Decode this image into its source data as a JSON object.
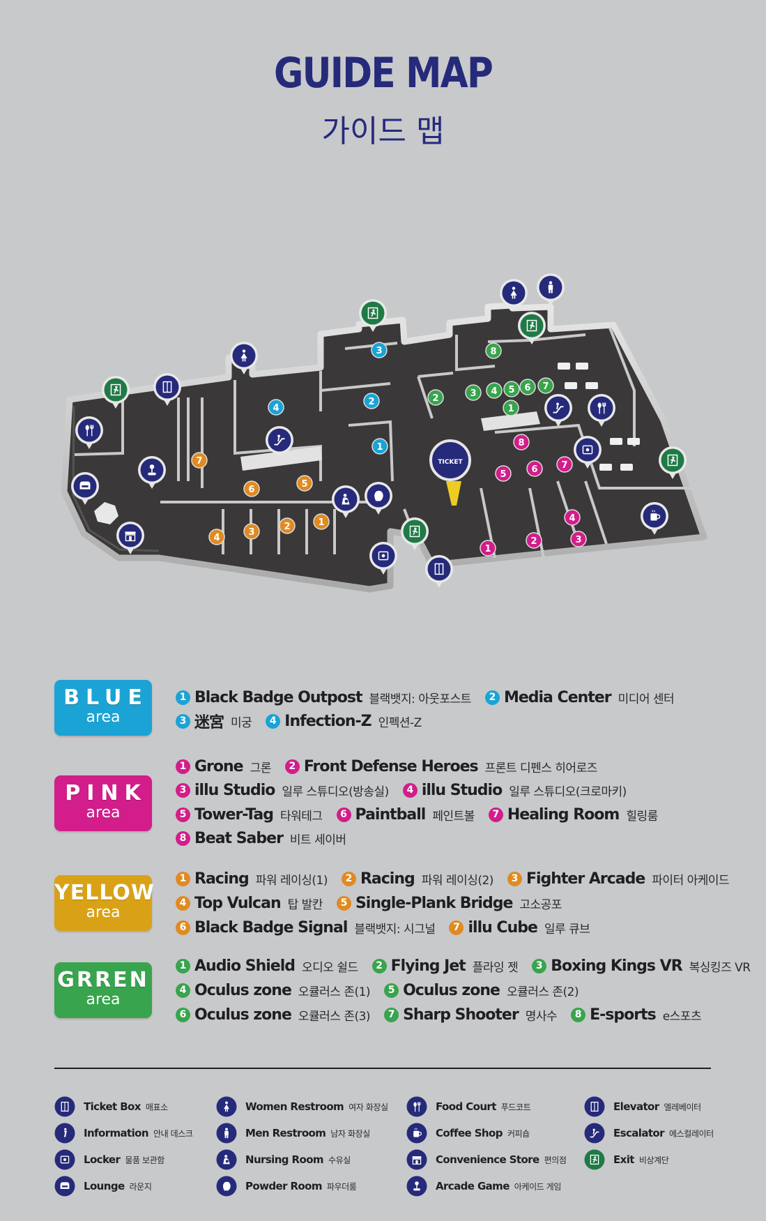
{
  "header": {
    "title": "GUIDE MAP",
    "subtitle": "가이드 맵"
  },
  "colors": {
    "title": "#262a7a",
    "blue": "#1ba3d5",
    "pink": "#d21d8a",
    "yellow": "#d9a216",
    "orange_number": "#e08a22",
    "green": "#38a44d",
    "pin_navy": "#262a7a",
    "pin_exit": "#1f7a45",
    "floor": "#3a3838"
  },
  "map": {
    "ticket_label": "TICKET",
    "blue_markers": [
      "1",
      "2",
      "3",
      "4"
    ],
    "pink_markers": [
      "1",
      "2",
      "3",
      "4",
      "5",
      "6",
      "7",
      "8"
    ],
    "yellow_markers": [
      "1",
      "2",
      "3",
      "4",
      "5",
      "6",
      "7"
    ],
    "green_markers": [
      "1",
      "2",
      "3",
      "4",
      "5",
      "6",
      "7",
      "8"
    ],
    "icon_pins": [
      "exit-icon",
      "elevator-icon",
      "women-restroom-icon",
      "men-restroom-icon",
      "food-court-icon",
      "lounge-icon",
      "arcade-game-icon",
      "convenience-store-icon",
      "escalator-icon",
      "nursing-room-icon",
      "powder-room-icon",
      "locker-icon",
      "coffee-shop-icon"
    ]
  },
  "legend": {
    "blue": {
      "name": "BLUE",
      "sub": "area",
      "rows": [
        [
          {
            "n": "1",
            "en": "Black Badge Outpost",
            "ko": "블랙뱃지: 아웃포스트"
          },
          {
            "n": "2",
            "en": "Media Center",
            "ko": "미디어 센터"
          }
        ],
        [
          {
            "n": "3",
            "en": "迷宮",
            "ko": "미궁"
          },
          {
            "n": "4",
            "en": "Infection-Z",
            "ko": "인펙션-Z"
          }
        ]
      ]
    },
    "pink": {
      "name": "PINK",
      "sub": "area",
      "rows": [
        [
          {
            "n": "1",
            "en": "Grone",
            "ko": "그론"
          },
          {
            "n": "2",
            "en": "Front Defense Heroes",
            "ko": "프론트 디펜스 히어로즈"
          }
        ],
        [
          {
            "n": "3",
            "en": "illu Studio",
            "ko": "일루 스튜디오(방송실)"
          },
          {
            "n": "4",
            "en": "illu Studio",
            "ko": "일루 스튜디오(크로마키)"
          }
        ],
        [
          {
            "n": "5",
            "en": "Tower-Tag",
            "ko": "타워테그"
          },
          {
            "n": "6",
            "en": "Paintball",
            "ko": "페인트볼"
          },
          {
            "n": "7",
            "en": "Healing Room",
            "ko": "힐링룸"
          }
        ],
        [
          {
            "n": "8",
            "en": "Beat Saber",
            "ko": "비트 세이버"
          }
        ]
      ]
    },
    "yellow": {
      "name": "YELLOW",
      "sub": "area",
      "rows": [
        [
          {
            "n": "1",
            "en": "Racing",
            "ko": "파워 레이싱(1)"
          },
          {
            "n": "2",
            "en": "Racing",
            "ko": "파워 레이싱(2)"
          },
          {
            "n": "3",
            "en": "Fighter Arcade",
            "ko": "파이터 아케이드"
          }
        ],
        [
          {
            "n": "4",
            "en": "Top Vulcan",
            "ko": "탑 발칸"
          },
          {
            "n": "5",
            "en": "Single-Plank Bridge",
            "ko": "고소공포"
          }
        ],
        [
          {
            "n": "6",
            "en": "Black Badge Signal",
            "ko": "블랙뱃지: 시그널"
          },
          {
            "n": "7",
            "en": "illu Cube",
            "ko": "일루 큐브"
          }
        ]
      ]
    },
    "green": {
      "name": "GRREN",
      "sub": "area",
      "rows": [
        [
          {
            "n": "1",
            "en": "Audio Shield",
            "ko": "오디오 쉴드"
          },
          {
            "n": "2",
            "en": "Flying Jet",
            "ko": "플라잉 젯"
          },
          {
            "n": "3",
            "en": "Boxing Kings VR",
            "ko": "복싱킹즈 VR"
          }
        ],
        [
          {
            "n": "4",
            "en": "Oculus zone",
            "ko": "오큘러스 존(1)"
          },
          {
            "n": "5",
            "en": "Oculus zone",
            "ko": "오큘러스 존(2)"
          }
        ],
        [
          {
            "n": "6",
            "en": "Oculus zone",
            "ko": "오큘러스 존(3)"
          },
          {
            "n": "7",
            "en": "Sharp Shooter",
            "ko": "명사수"
          },
          {
            "n": "8",
            "en": "E-sports",
            "ko": "e스포츠"
          }
        ]
      ]
    }
  },
  "facilities": [
    {
      "icon": "ticket-box-icon",
      "en": "Ticket Box",
      "ko": "매표소"
    },
    {
      "icon": "information-icon",
      "en": "Information",
      "ko": "안내 데스크"
    },
    {
      "icon": "locker-icon",
      "en": "Locker",
      "ko": "물품 보관함"
    },
    {
      "icon": "lounge-icon",
      "en": "Lounge",
      "ko": "라운지"
    },
    {
      "icon": "women-restroom-icon",
      "en": "Women Restroom",
      "ko": "여자 화장실"
    },
    {
      "icon": "men-restroom-icon",
      "en": "Men Restroom",
      "ko": "남자 화장실"
    },
    {
      "icon": "nursing-room-icon",
      "en": "Nursing Room",
      "ko": "수유실"
    },
    {
      "icon": "powder-room-icon",
      "en": "Powder Room",
      "ko": "파우더룸"
    },
    {
      "icon": "food-court-icon",
      "en": "Food Court",
      "ko": "푸드코트"
    },
    {
      "icon": "coffee-shop-icon",
      "en": "Coffee Shop",
      "ko": "커피숍"
    },
    {
      "icon": "convenience-store-icon",
      "en": "Convenience Store",
      "ko": "편의점"
    },
    {
      "icon": "arcade-game-icon",
      "en": "Arcade Game",
      "ko": "아케이드 게임"
    },
    {
      "icon": "elevator-icon",
      "en": "Elevator",
      "ko": "엘레베이터"
    },
    {
      "icon": "escalator-icon",
      "en": "Escalator",
      "ko": "에스컬레이터"
    },
    {
      "icon": "exit-icon",
      "en": "Exit",
      "ko": "비상계단"
    }
  ]
}
